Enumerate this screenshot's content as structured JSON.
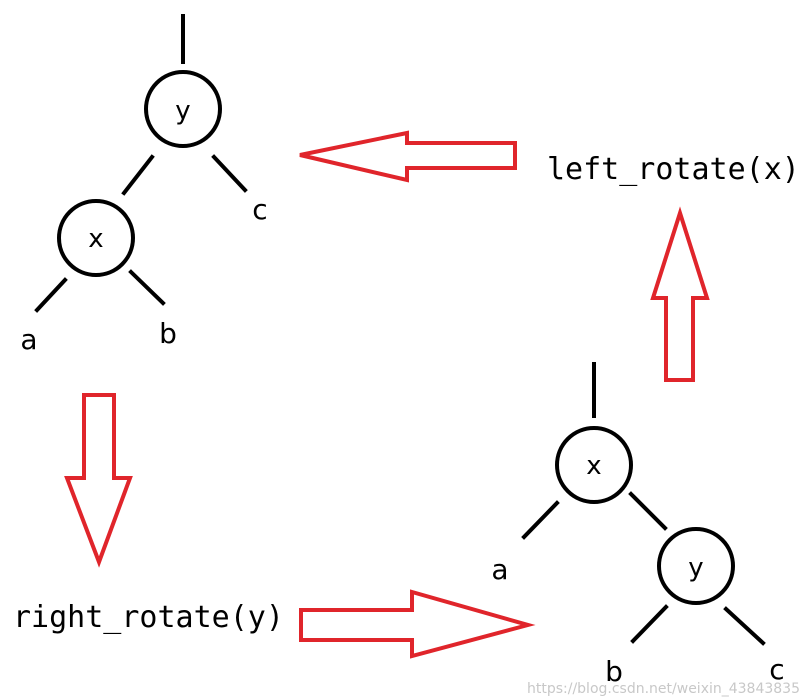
{
  "tree_before": {
    "root": "y",
    "left_child": "x",
    "right_leaf": "c",
    "left_left_leaf": "a",
    "left_right_leaf": "b"
  },
  "tree_after": {
    "root": "x",
    "left_leaf": "a",
    "right_child": "y",
    "right_left_leaf": "b",
    "right_right_leaf": "c"
  },
  "operations": {
    "left_rotate": "left_rotate(x)",
    "right_rotate": "right_rotate(y)"
  },
  "watermark": "https://blog.csdn.net/weixin_43843835",
  "colors": {
    "arrow_stroke": "#e0252b",
    "line": "#000000"
  }
}
